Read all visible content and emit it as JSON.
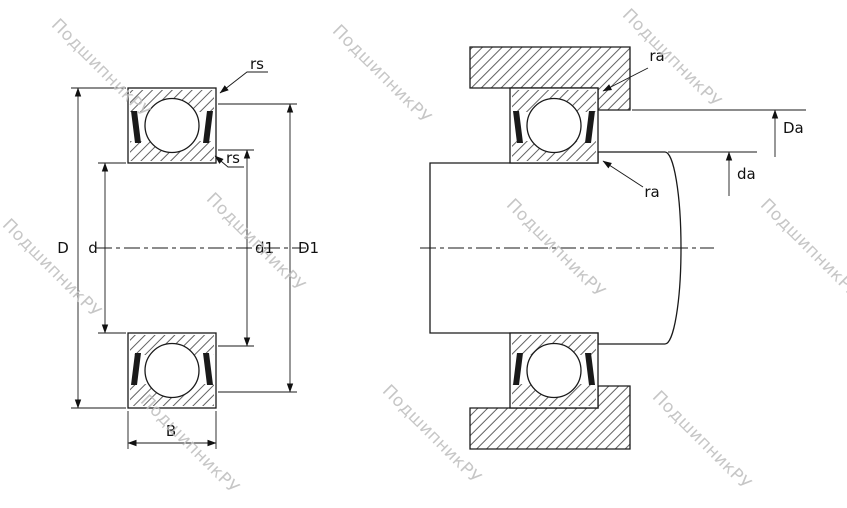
{
  "drawing": {
    "watermark_text": "ПодшипникРУ",
    "labels": {
      "rs_outer": "rs",
      "rs_inner": "rs",
      "D": "D",
      "d": "d",
      "d1": "d1",
      "D1": "D1",
      "B": "B",
      "ra_housing": "ra",
      "ra_shaft": "ra",
      "Da": "Da",
      "da": "da"
    },
    "colors": {
      "line": "#1a1a1a",
      "watermark": "#bdbdbd",
      "background": "#ffffff"
    }
  }
}
